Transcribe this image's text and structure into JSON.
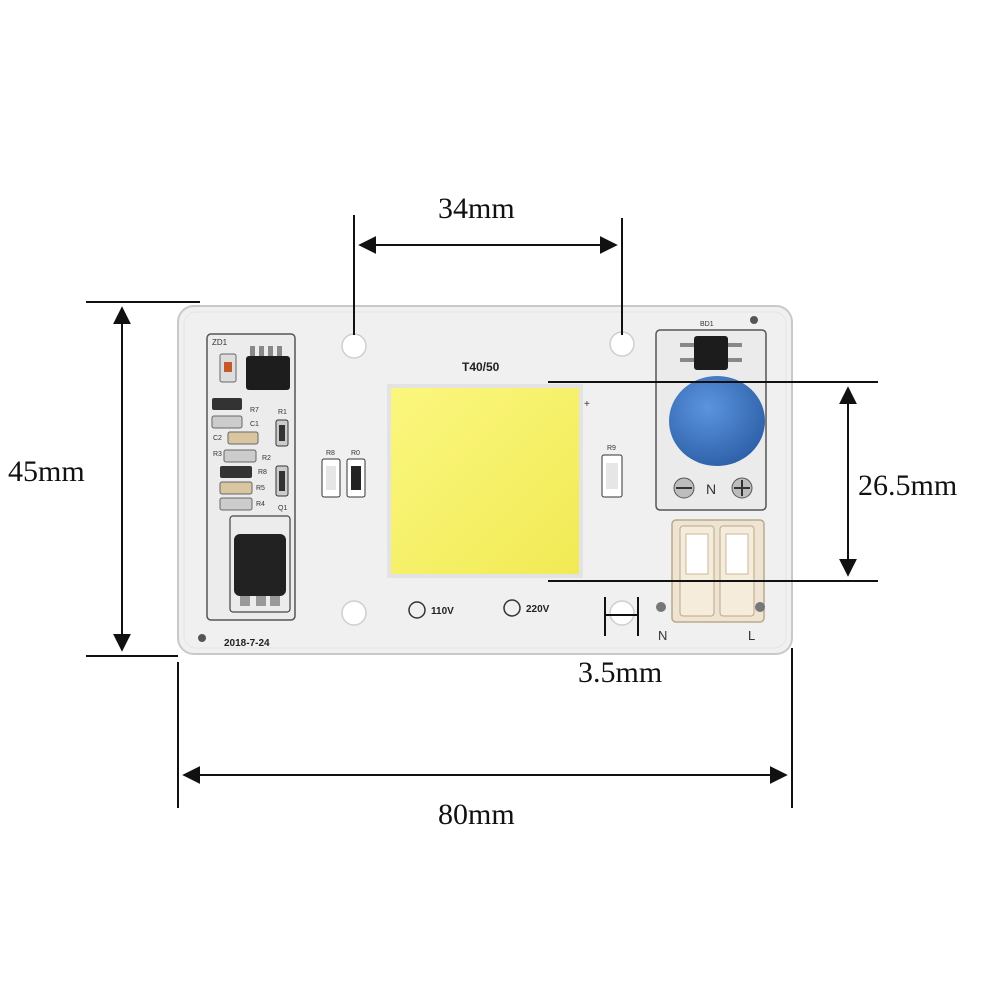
{
  "dimensions": {
    "width": "80mm",
    "height": "45mm",
    "hole_spacing": "34mm",
    "led_height": "26.5mm",
    "hole_diameter": "3.5mm"
  },
  "board": {
    "model": "T40/50",
    "date": "2018-7-24",
    "voltage_option_1": "110V",
    "voltage_option_2": "220V",
    "terminal_n": "N",
    "terminal_l": "L",
    "rectifier_label": "BD1",
    "resistor_r8": "R8",
    "resistor_r0": "R0",
    "resistor_r9": "R9",
    "zener_label": "ZD1",
    "led_color": "#f8f36a",
    "board_color": "#f1f1f1",
    "varistor_color": "#3e78c4"
  }
}
